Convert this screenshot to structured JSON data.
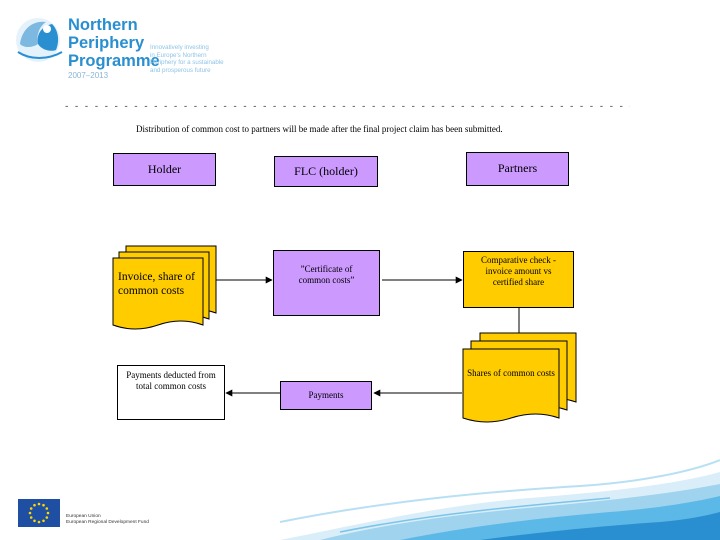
{
  "logo": {
    "line1": "Northern",
    "line2": "Periphery",
    "line3": "Programme",
    "years": "2007–2013",
    "tagline": [
      "Innovatively investing",
      "in Europe's Northern",
      "Periphery for a sustainable",
      "and prosperous future"
    ]
  },
  "divider": "- - - - - - - - - - - - - - - - - - - - - - - - - - - - - - - - - - - - - - - - - - - - - - - - - - - - - - - - - - - - - - - - - - - - - - - - - - - - - - - - - - - - - - - - - -",
  "intro": "Distribution of common cost to partners will be made after the final project claim has been submitted.",
  "headers": {
    "holder": "Holder",
    "flc": "FLC (holder)",
    "partners": "Partners"
  },
  "boxes": {
    "invoice": "Invoice, share of common costs",
    "certificate": "”Certificate of common costs”",
    "comparative": "Comparative check -invoice amount vs certified share",
    "payments_deducted": "Payments deducted from total common costs",
    "payments": "Payments",
    "shares": "Shares of common costs"
  },
  "eu": {
    "line1": "European Union",
    "line2": "European Regional Development Fund"
  },
  "colors": {
    "flc_purple": "#cc99ff",
    "document_yellow": "#ffcc00",
    "logo_blue": "#2a8fd0"
  }
}
